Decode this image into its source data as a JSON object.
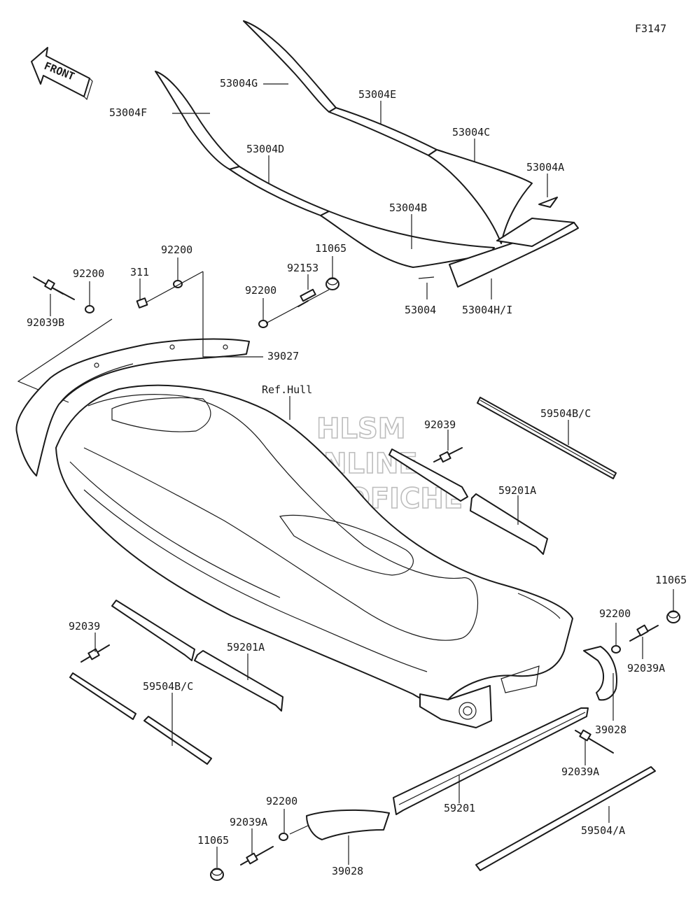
{
  "figure_code": "F3147",
  "front_label": "FRONT",
  "watermark": [
    "HLSM",
    "ONLINE",
    "MICROFICHE"
  ],
  "labels": {
    "p53004G": "53004G",
    "p53004E": "53004E",
    "p53004F": "53004F",
    "p53004C": "53004C",
    "p53004D": "53004D",
    "p53004A": "53004A",
    "p53004B": "53004B",
    "p53004": "53004",
    "p53004HI": "53004H/I",
    "p92200_a": "92200",
    "p92200_b": "92200",
    "p92200_c": "92200",
    "p92200_d": "92200",
    "p92200_e": "92200",
    "p311": "311",
    "p11065_a": "11065",
    "p11065_b": "11065",
    "p11065_c": "11065",
    "p92153": "92153",
    "p92039B": "92039B",
    "p39027": "39027",
    "refhull": "Ref.Hull",
    "p59504BC_a": "59504B/C",
    "p59504BC_b": "59504B/C",
    "p92039_a": "92039",
    "p92039_b": "92039",
    "p59201A_a": "59201A",
    "p59201A_b": "59201A",
    "p92039A_a": "92039A",
    "p92039A_b": "92039A",
    "p92039A_c": "92039A",
    "p39028_a": "39028",
    "p39028_b": "39028",
    "p59201": "59201",
    "p59504A": "59504/A"
  }
}
